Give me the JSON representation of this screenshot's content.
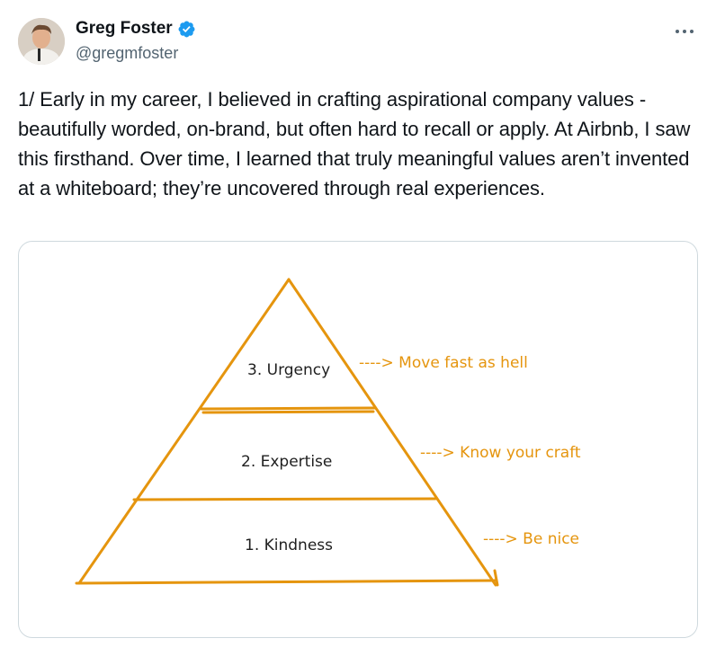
{
  "author": {
    "name": "Greg Foster",
    "handle": "@gregmfoster",
    "verified": true
  },
  "more_menu": {
    "label": "···"
  },
  "tweet": {
    "text": "1/ Early in my career, I believed in crafting aspirational company values - beautifully worded, on-brand, but often hard to recall or apply. At Airbnb, I saw this firsthand. Over time, I learned that truly meaningful values aren’t invented at a whiteboard; they’re uncovered through real experiences."
  },
  "diagram": {
    "levels": [
      {
        "label": "3. Urgency",
        "annotation": "----> Move fast as hell"
      },
      {
        "label": "2. Expertise",
        "annotation": "----> Know your craft"
      },
      {
        "label": "1. Kindness",
        "annotation": "----> Be nice"
      }
    ]
  },
  "colors": {
    "accent": "#e5950e",
    "verified_blue": "#1d9bf0",
    "handle_gray": "#536471",
    "text": "#0f1419",
    "card_border": "#cfd9de"
  }
}
